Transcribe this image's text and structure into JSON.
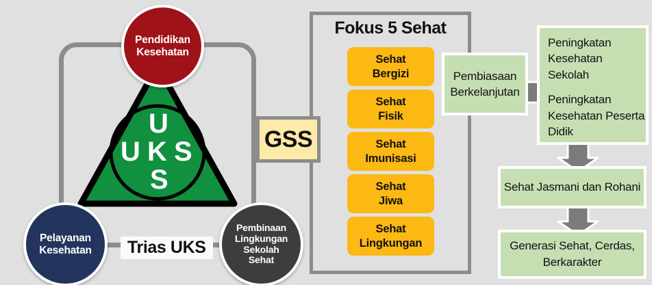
{
  "diagram": {
    "background_color": "#e0e0e0",
    "trias": {
      "label": "Trias UKS",
      "logo_letters": {
        "u_top": "U",
        "u_left": "U",
        "k_center": "K",
        "s_right": "S",
        "s_bottom": "S"
      },
      "logo_colors": {
        "triangle": "#11903f",
        "outline": "#000000",
        "letters": "#ffffff"
      },
      "circles": [
        {
          "id": "pendidikan-kesehatan",
          "line1": "Pendidikan",
          "line2": "Kesehatan",
          "color": "#9e1218"
        },
        {
          "id": "pelayanan-kesehatan",
          "line1": "Pelayanan",
          "line2": "Kesehatan",
          "color": "#23355c"
        },
        {
          "id": "pembinaan-lingkungan-sekolah-sehat",
          "line1": "Pembinaan",
          "line2": "Lingkungan",
          "line3": "Sekolah",
          "line4": "Sehat",
          "color": "#3d3d3d"
        }
      ],
      "connector_color": "#8c8c8c"
    },
    "gss": {
      "label": "GSS",
      "fill": "#fdeaa8",
      "border": "#8c8c8c"
    },
    "fokus": {
      "title": "Fokus 5 Sehat",
      "fill": "#fcb813",
      "items": [
        {
          "line1": "Sehat",
          "line2": "Bergizi"
        },
        {
          "line1": "Sehat",
          "line2": "Fisik"
        },
        {
          "line1": "Sehat",
          "line2": "Imunisasi"
        },
        {
          "line1": "Sehat",
          "line2": "Jiwa"
        },
        {
          "line1": "Sehat",
          "line2": "Lingkungan"
        }
      ]
    },
    "outcomes": {
      "fill": "#c5dfb3",
      "arrow_color": "#7b7b7b",
      "pembiasaan": {
        "line1": "Pembiasaan",
        "line2": "Berkelanjutan"
      },
      "peningkatan": {
        "para1_line1": "Peningkatan",
        "para1_line2": "Kesehatan Sekolah",
        "para2_line1": "Peningkatan",
        "para2_line2": "Kesehatan Peserta",
        "para2_line3": "Didik"
      },
      "jasmani": {
        "text": "Sehat Jasmani dan Rohani"
      },
      "generasi": {
        "line1": "Generasi Sehat, Cerdas,",
        "line2": "Berkarakter"
      }
    }
  }
}
